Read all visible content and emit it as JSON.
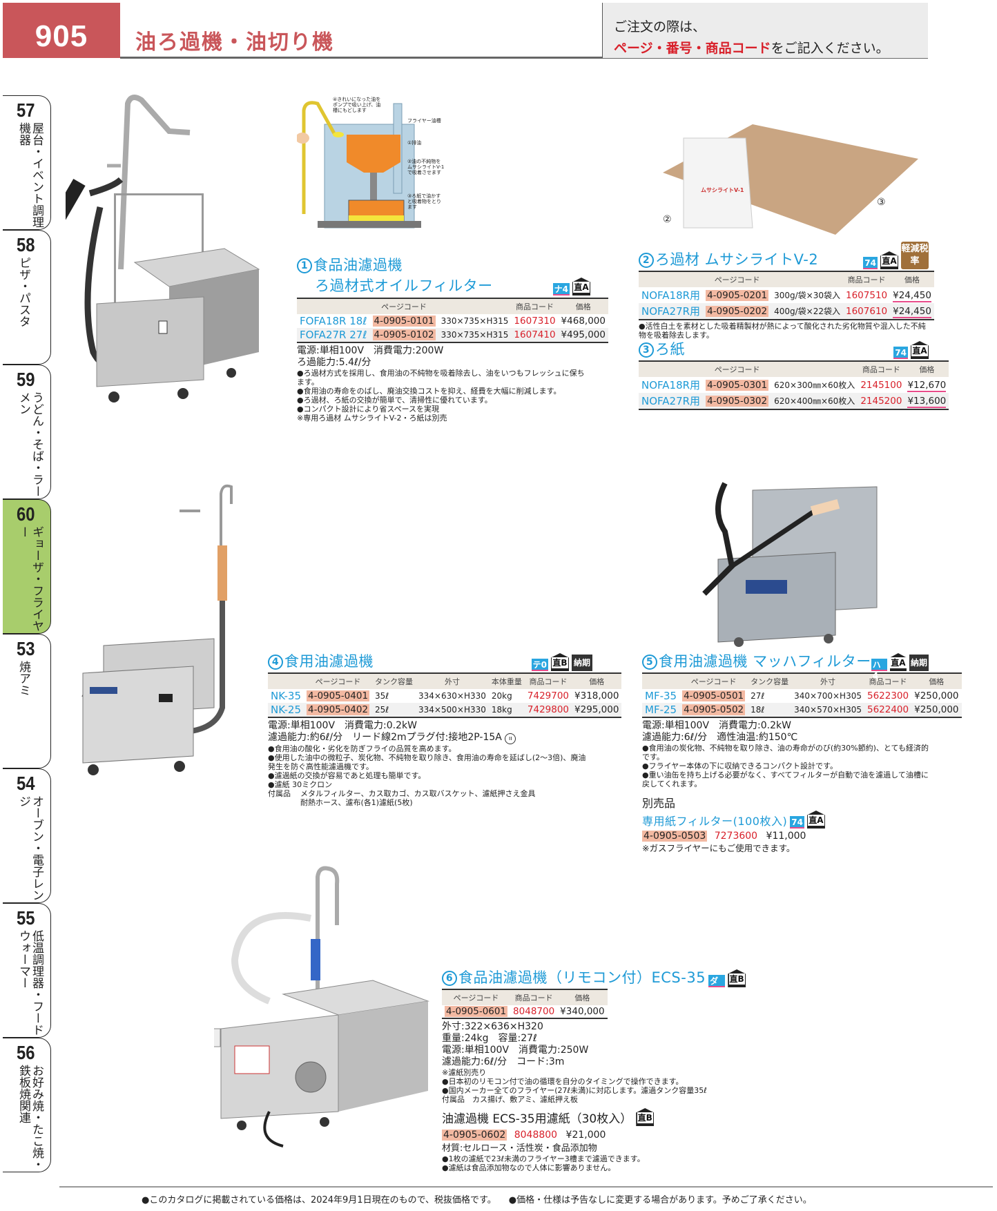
{
  "header": {
    "page_number": "905",
    "title": "油ろ過機・油切り機",
    "order_note_line1": "ご注文の際は、",
    "order_note_highlight": "ページ・番号・商品コード",
    "order_note_suffix": "をご記入ください。"
  },
  "side_tabs": [
    {
      "num": "57",
      "label": "屋台・イベント調理機器",
      "active": false
    },
    {
      "num": "58",
      "label": "ピザ・パスタ",
      "active": false
    },
    {
      "num": "59",
      "label": "うどん・そば・ラーメン",
      "active": false
    },
    {
      "num": "60",
      "label": "ギョーザ・フライヤー",
      "active": true
    },
    {
      "num": "53",
      "label": "焼アミ",
      "active": false
    },
    {
      "num": "54",
      "label": "オーブン・電子レンジ",
      "active": false
    },
    {
      "num": "55",
      "label": "低温調理器・フードウォーマー",
      "active": false
    },
    {
      "num": "56",
      "label": "お好み焼・たこ焼・鉄板焼関連",
      "active": false
    }
  ],
  "diagram_labels": {
    "step4": "④きれいになった油をポンプで吸い上げ、油槽にもどします",
    "fryer_tank": "フライヤー油槽",
    "step1": "①排油",
    "step2": "②油の不純物をムサシライトV-1で吸着させます",
    "step3": "③ろ紙で油かすと吸着物をとります"
  },
  "image_labels": {
    "bag": "②",
    "paper": "③",
    "bag_text": "ムサシライトV-1"
  },
  "products": {
    "p1": {
      "num": "1",
      "title_line1": "食品油濾過機",
      "title_line2": "ろ過材式オイルフィルター",
      "badges": {
        "code": "ナ4",
        "direct": "直A"
      },
      "headers": [
        "",
        "ページコード",
        "",
        "商品コード",
        "価格"
      ],
      "rows": [
        {
          "model": "FOFA18R 18ℓ",
          "page_code": "4-0905-0101",
          "dims": "330×735×H315",
          "item_code": "1607310",
          "price": "¥468,000"
        },
        {
          "model": "FOFA27R 27ℓ",
          "page_code": "4-0905-0102",
          "dims": "330×735×H315",
          "item_code": "1607410",
          "price": "¥495,000"
        }
      ],
      "specs": [
        "電源:単相100V　消費電力:200W",
        "ろ過能力:5.4ℓ/分"
      ],
      "bullets": [
        "●ろ過材方式を採用し、食用油の不純物を吸着除去し、油をいつもフレッシュに保ちます。",
        "●食用油の寿命をのばし、廃油交換コストを抑え、経費を大幅に削減します。",
        "●ろ過材、ろ紙の交換が簡単で、清掃性に優れています。",
        "●コンパクト設計により省スペースを実現"
      ],
      "note": "※専用ろ過材 ムサシライトV-2・ろ紙は別売"
    },
    "p2": {
      "num": "2",
      "title": "ろ過材 ムサシライトV-2",
      "badges": {
        "code": "74",
        "direct": "直A",
        "tax": "軽減税率"
      },
      "headers": [
        "",
        "ページコード",
        "",
        "商品コード",
        "価格"
      ],
      "rows": [
        {
          "model": "NOFA18R用",
          "page_code": "4-0905-0201",
          "dims": "300g/袋×30袋入",
          "item_code": "1607510",
          "price": "¥24,450"
        },
        {
          "model": "NOFA27R用",
          "page_code": "4-0905-0202",
          "dims": "400g/袋×22袋入",
          "item_code": "1607610",
          "price": "¥24,450"
        }
      ],
      "bullets": [
        "●活性白土を素材とした吸着精製材が熱によって酸化された劣化物質や混入した不純物を吸着除去します。"
      ]
    },
    "p3": {
      "num": "3",
      "title": "ろ紙",
      "badges": {
        "code": "74",
        "direct": "直A"
      },
      "headers": [
        "",
        "ページコード",
        "",
        "商品コード",
        "価格"
      ],
      "rows": [
        {
          "model": "NOFA18R用",
          "page_code": "4-0905-0301",
          "dims": "620×300㎜×60枚入",
          "item_code": "2145100",
          "price": "¥12,670"
        },
        {
          "model": "NOFA27R用",
          "page_code": "4-0905-0302",
          "dims": "620×400㎜×60枚入",
          "item_code": "2145200",
          "price": "¥13,600"
        }
      ]
    },
    "p4": {
      "num": "4",
      "title": "食用油濾過機",
      "badges": {
        "code": "テ0",
        "direct": "直B",
        "delivery": "納期"
      },
      "headers": [
        "",
        "ページコード",
        "タンク容量",
        "外寸",
        "本体重量",
        "商品コード",
        "価格"
      ],
      "rows": [
        {
          "model": "NK-35",
          "page_code": "4-0905-0401",
          "tank": "35ℓ",
          "dims": "334×630×H330",
          "weight": "20kg",
          "item_code": "7429700",
          "price": "¥318,000"
        },
        {
          "model": "NK-25",
          "page_code": "4-0905-0402",
          "tank": "25ℓ",
          "dims": "334×500×H330",
          "weight": "18kg",
          "item_code": "7429800",
          "price": "¥295,000"
        }
      ],
      "specs": [
        "電源:単相100V　消費電力:0.2kW",
        "濾過能力:約6ℓ/分　リード線2mプラグ付:接地2P-15A"
      ],
      "bullets": [
        "●食用油の酸化・劣化を防ぎフライの品質を高めます。",
        "●使用した油中の微粒子、炭化物、不純物を取り除き、食用油の寿命を延ばし(2～3倍)、廃油発生を防ぐ高性能濾過機です。",
        "●濾過紙の交換が容易であと処理も簡単です。",
        "●濾紙 30ミクロン"
      ],
      "accessories_label": "付属品",
      "accessories": [
        "メタルフィルター、カス取カゴ、カス取バスケット、濾紙押さえ金具",
        "耐熱ホース、濾布(各1)濾紙(5枚)"
      ]
    },
    "p5": {
      "num": "5",
      "title": "食用油濾過機 マッハフィルター",
      "badges": {
        "code": "ハ4",
        "direct": "直A",
        "delivery": "納期"
      },
      "headers": [
        "",
        "ページコード",
        "タンク容量",
        "外寸",
        "商品コード",
        "価格"
      ],
      "rows": [
        {
          "model": "MF-35",
          "page_code": "4-0905-0501",
          "tank": "27ℓ",
          "dims": "340×700×H305",
          "item_code": "5622300",
          "price": "¥250,000"
        },
        {
          "model": "MF-25",
          "page_code": "4-0905-0502",
          "tank": "18ℓ",
          "dims": "340×570×H305",
          "item_code": "5622400",
          "price": "¥250,000"
        }
      ],
      "specs": [
        "電源:単相100V　消費電力:0.2kW",
        "濾過能力:6ℓ/分　適性油温:約150℃"
      ],
      "bullets": [
        "●食用油の炭化物、不純物を取り除き、油の寿命がのび(約30%節約)、とても経済的です。",
        "●フライヤー本体の下に収納できるコンパクト設計です。",
        "●重い油缶を持ち上げる必要がなく、すべてフィルターが自動で油を濾過して油槽に戻してくれます。"
      ],
      "option": {
        "label": "別売品",
        "title": "専用紙フィルター(100枚入)",
        "badges": {
          "code": "74",
          "direct": "直A"
        },
        "page_code": "4-0905-0503",
        "item_code": "7273600",
        "price": "¥11,000",
        "note": "※ガスフライヤーにもご使用できます。"
      }
    },
    "p6": {
      "num": "6",
      "title": "食品油濾過機（リモコン付）ECS-35",
      "badges": {
        "code": "ダ4",
        "direct": "直B"
      },
      "headers": [
        "ページコード",
        "商品コード",
        "価格"
      ],
      "row": {
        "page_code": "4-0905-0601",
        "item_code": "8048700",
        "price": "¥340,000"
      },
      "specs": [
        "外寸:322×636×H320",
        "重量:24kg　容量:27ℓ",
        "電源:単相100V　消費電力:250W",
        "濾過能力:6ℓ/分　コード:3m"
      ],
      "note": "※濾紙別売り",
      "bullets": [
        "●日本初のリモコン付で油の循環を自分のタイミングで操作できます。",
        "●国内メーカー全てのフライヤー(27ℓ未満)に対応します。濾過タンク容量35ℓ"
      ],
      "accessories": "付属品　カス揚げ、敷アミ、濾紙押え板",
      "option": {
        "title": "油濾過機 ECS-35用濾紙（30枚入）",
        "badges": {
          "direct": "直B"
        },
        "page_code": "4-0905-0602",
        "item_code": "8048800",
        "price": "¥21,000",
        "material": "材質:セルロース・活性炭・食品添加物",
        "bullets": [
          "●1枚の濾紙で23ℓ未満のフライヤー3槽まで濾過できます。",
          "●濾紙は食品添加物なので人体に影響ありません。"
        ]
      }
    }
  },
  "footer": {
    "note1": "●このカタログに掲載されている価格は、2024年9月1日現在のもので、税抜価格です。",
    "note2": "●価格・仕様は予告なしに変更する場合があります。予めご了承ください。"
  },
  "colors": {
    "accent_red": "#c9565a",
    "title_blue": "#1e9ad6",
    "item_code_red": "#d8202a",
    "page_code_bg": "#f3b9a2",
    "active_tab_green": "#a8cd6c"
  }
}
